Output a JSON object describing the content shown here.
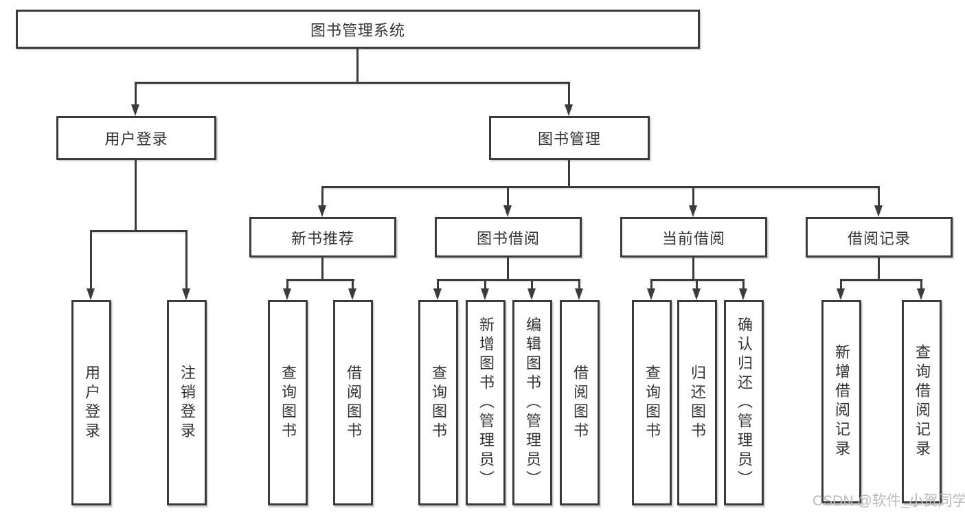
{
  "diagram": {
    "type": "hierarchy-tree",
    "title": "图书管理系统",
    "watermark": "CSDN @软件_小贺同学",
    "colors": {
      "line": "#3b3b3b",
      "text": "#333333",
      "watermark": "#b9b9b9",
      "background": "#ffffff"
    },
    "nodes": {
      "root": {
        "label": "图书管理系统"
      },
      "level2": [
        {
          "label": "用户登录",
          "children": [
            {
              "label": "用户登录"
            },
            {
              "label": "注销登录"
            }
          ]
        },
        {
          "label": "图书管理",
          "children": [
            {
              "label": "新书推荐",
              "children": [
                {
                  "label": "查询图书"
                },
                {
                  "label": "借阅图书"
                }
              ]
            },
            {
              "label": "图书借阅",
              "children": [
                {
                  "label": "查询图书"
                },
                {
                  "label": "新增图书（管理员）"
                },
                {
                  "label": "编辑图书（管理员）"
                },
                {
                  "label": "借阅图书"
                }
              ]
            },
            {
              "label": "当前借阅",
              "children": [
                {
                  "label": "查询图书"
                },
                {
                  "label": "归还图书"
                },
                {
                  "label": "确认归还（管理员）"
                }
              ]
            },
            {
              "label": "借阅记录",
              "children": [
                {
                  "label": "新增借阅记录"
                },
                {
                  "label": "查询借阅记录"
                }
              ]
            }
          ]
        }
      ]
    }
  }
}
